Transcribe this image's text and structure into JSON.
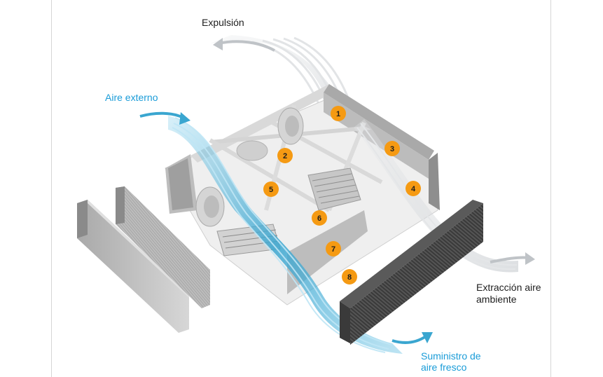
{
  "labels": {
    "exhaust": "Expulsión",
    "outdoor_air": "Aire externo",
    "return_air_line1": "Extracción aire",
    "return_air_line2": "ambiente",
    "supply_air_line1": "Suministro de",
    "supply_air_line2": "aire fresco"
  },
  "markers": [
    "1",
    "2",
    "3",
    "4",
    "5",
    "6",
    "7",
    "8"
  ],
  "colors": {
    "outdoor_label": "#1a9cd8",
    "supply_label": "#1a9cd8",
    "marker_fill": "#f59a13",
    "fresh_air_flow": "#3aa6d0",
    "exhaust_flow": "#c9cdd1",
    "unit_casing": "#c8c8c8"
  },
  "icons": {
    "exhaust_arrow": "curved-arrow-left-icon",
    "outdoor_arrow": "curved-arrow-right-icon",
    "supply_arrow": "curved-arrow-right-icon",
    "return_arrow": "curved-arrow-right-icon"
  }
}
